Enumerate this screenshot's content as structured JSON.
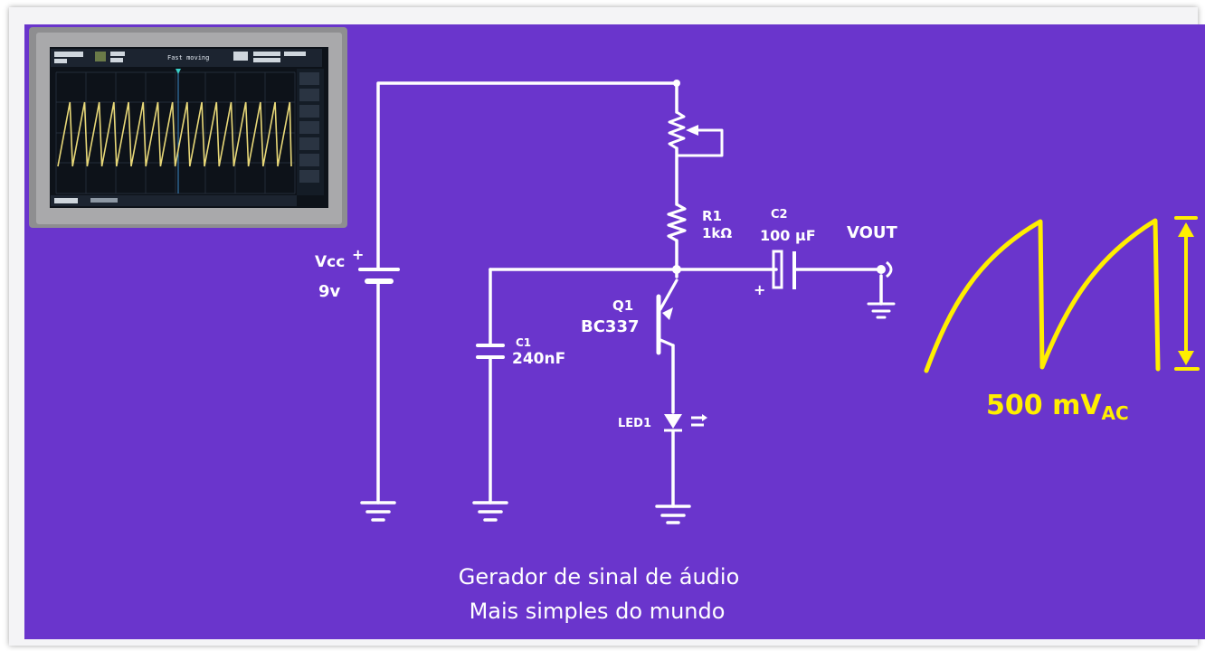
{
  "components": {
    "vcc_label": "Vcc",
    "vcc_value": "9v",
    "r1_name": "R1",
    "r1_value": "1kΩ",
    "c2_name": "C2",
    "c2_value": "100 μF",
    "vout_label": "VOUT",
    "q1_name": "Q1",
    "q1_part": "BC337",
    "c1_name": "C1",
    "c1_value": "240nF",
    "led_name": "LED1"
  },
  "waveform": {
    "amplitude_main": "500 mV",
    "amplitude_sub": "AC"
  },
  "caption": {
    "line1": "Gerador de sinal de áudio",
    "line2": "Mais simples do mundo"
  },
  "oscilloscope": {
    "status": "Fast moving"
  },
  "colors": {
    "background": "#6a35cc",
    "wire": "#ffffff",
    "annotation": "#ffee00",
    "trace": "#e8d878"
  }
}
